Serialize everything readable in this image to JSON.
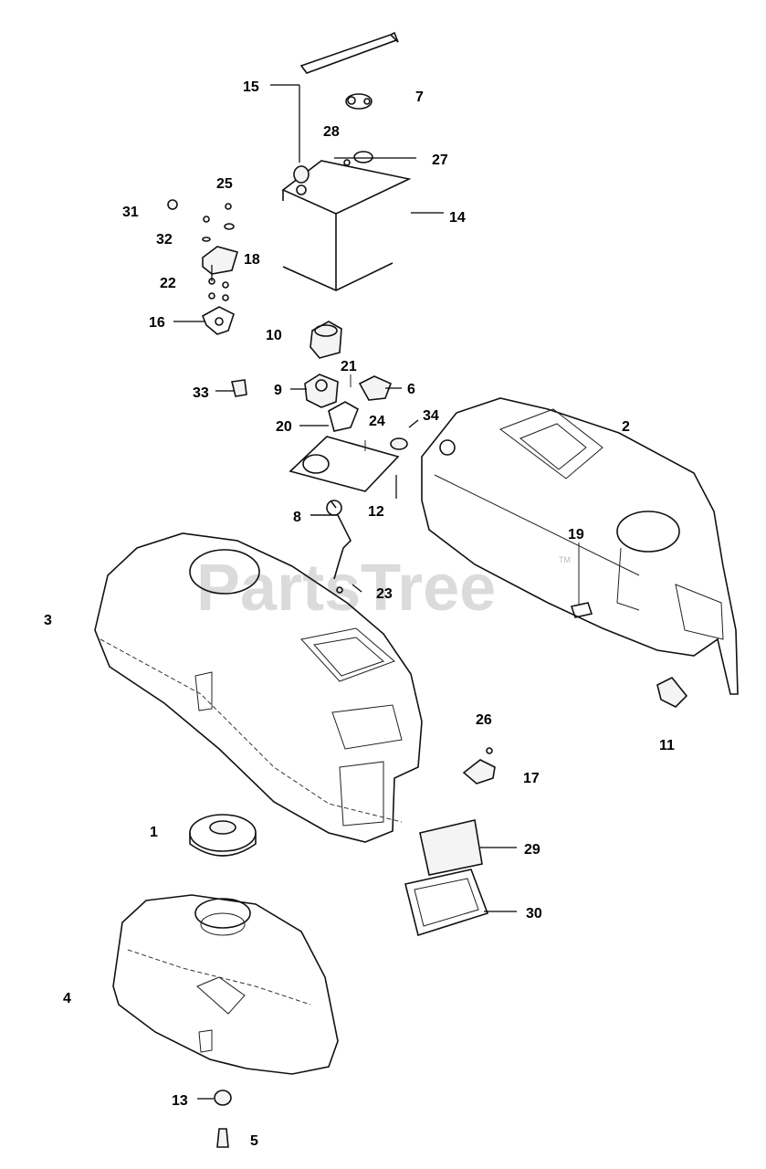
{
  "watermark": {
    "text": "PartsTree",
    "trademark": "TM"
  },
  "callouts": [
    {
      "id": "1"
    },
    {
      "id": "2"
    },
    {
      "id": "3"
    },
    {
      "id": "4"
    },
    {
      "id": "5"
    },
    {
      "id": "6"
    },
    {
      "id": "7"
    },
    {
      "id": "8"
    },
    {
      "id": "9"
    },
    {
      "id": "10"
    },
    {
      "id": "11"
    },
    {
      "id": "12"
    },
    {
      "id": "13"
    },
    {
      "id": "14"
    },
    {
      "id": "15"
    },
    {
      "id": "16"
    },
    {
      "id": "17"
    },
    {
      "id": "18"
    },
    {
      "id": "19"
    },
    {
      "id": "20"
    },
    {
      "id": "21"
    },
    {
      "id": "22"
    },
    {
      "id": "23"
    },
    {
      "id": "24"
    },
    {
      "id": "25"
    },
    {
      "id": "26"
    },
    {
      "id": "27"
    },
    {
      "id": "28"
    },
    {
      "id": "29"
    },
    {
      "id": "30"
    },
    {
      "id": "31"
    },
    {
      "id": "32"
    },
    {
      "id": "33"
    },
    {
      "id": "34"
    }
  ]
}
